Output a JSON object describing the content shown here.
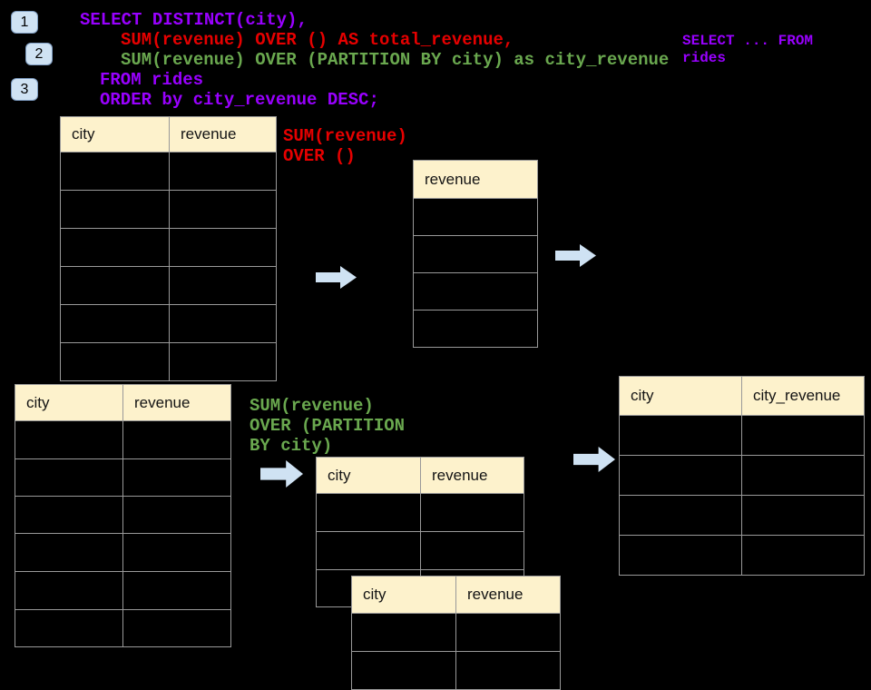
{
  "badges": [
    {
      "label": "1"
    },
    {
      "label": "2"
    },
    {
      "label": "3"
    }
  ],
  "sql": {
    "line1": "SELECT DISTINCT(city),",
    "line2": "SUM(revenue) OVER () AS total_revenue,",
    "line3": "SUM(revenue) OVER (PARTITION BY city) as city_revenue",
    "line4": "FROM rides",
    "line5": "ORDER by city_revenue DESC;"
  },
  "notes": {
    "from_rides": "SELECT ... FROM rides",
    "total_label": "SUM(revenue)\nOVER ()",
    "partition_label": "SUM(revenue)\nOVER (PARTITION\nBY city)"
  },
  "tables": {
    "source_top": {
      "columns": [
        "city",
        "revenue"
      ]
    },
    "total_revenue": {
      "columns": [
        "revenue"
      ]
    },
    "source_bottom": {
      "columns": [
        "city",
        "revenue"
      ]
    },
    "partition_a": {
      "columns": [
        "city",
        "revenue"
      ]
    },
    "partition_b": {
      "columns": [
        "city",
        "revenue"
      ]
    },
    "result": {
      "columns": [
        "city",
        "city_revenue"
      ]
    }
  },
  "colors": {
    "background": "#000000",
    "sql_purple": "#9900ff",
    "sql_red": "#e60000",
    "sql_green": "#6aa84f",
    "table_header": "#fdf2cc",
    "table_border": "#999999",
    "arrow_blue": "#cfe2f3",
    "badge_blue": "#cfe2f3"
  }
}
